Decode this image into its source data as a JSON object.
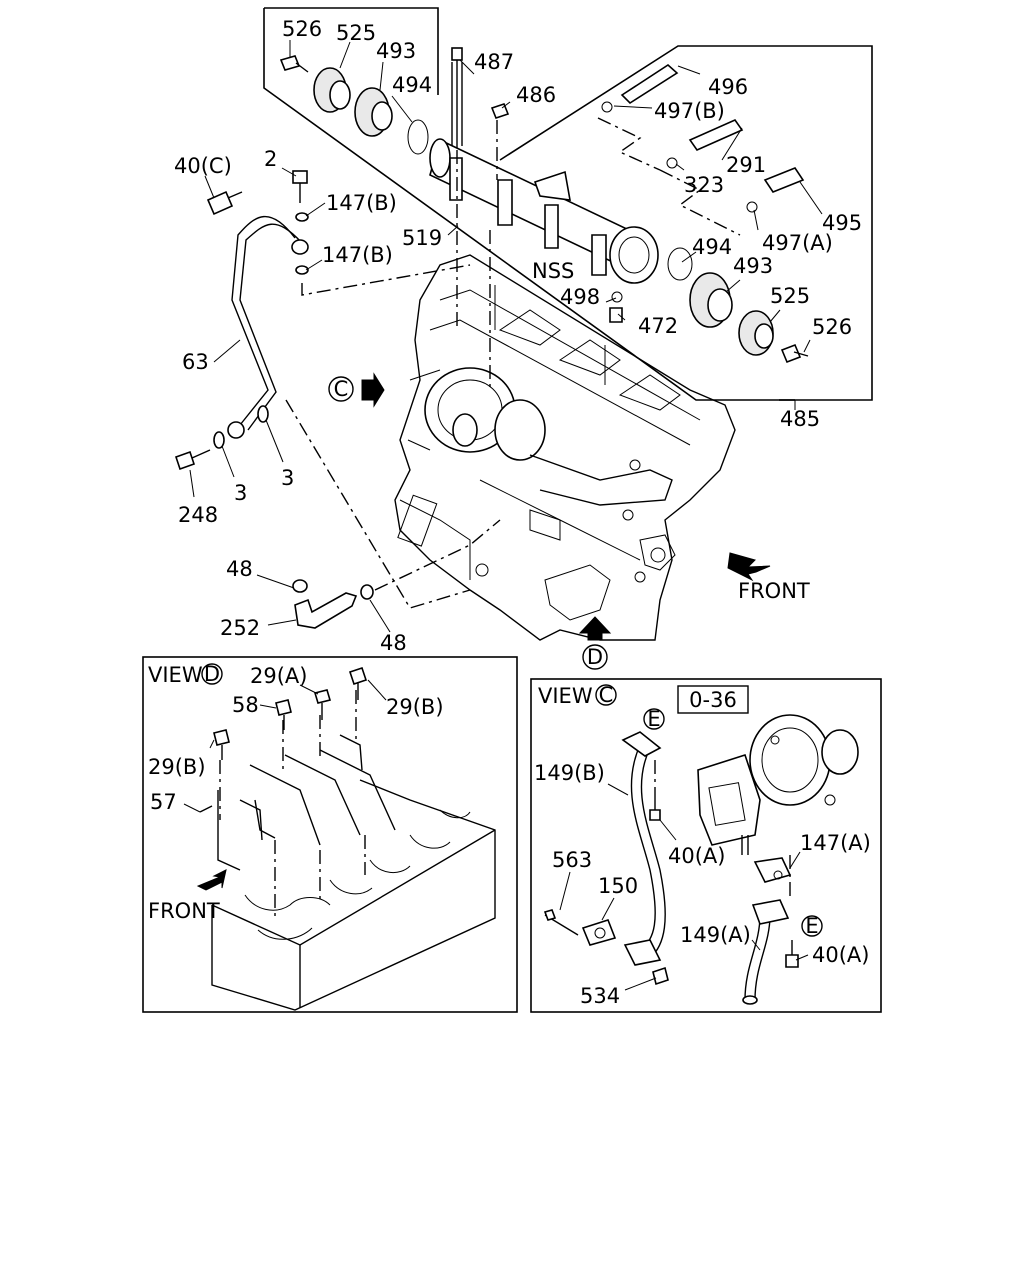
{
  "callouts": {
    "c526a": "526",
    "c525a": "525",
    "c493a": "493",
    "c494a": "494",
    "c487": "487",
    "c486": "486",
    "c496": "496",
    "c497b": "497(B)",
    "c291": "291",
    "c323": "323",
    "c495": "495",
    "c497a": "497(A)",
    "c494b": "494",
    "c493b": "493",
    "c525b": "525",
    "c526b": "526",
    "c498": "498",
    "c472": "472",
    "c485": "485",
    "cnss": "NSS",
    "c519": "519",
    "c40c": "40(C)",
    "c2": "2",
    "c147b1": "147(B)",
    "c147b2": "147(B)",
    "c63": "63",
    "c248": "248",
    "c3a": "3",
    "c3b": "3",
    "c48a": "48",
    "c252": "252",
    "c48b": "48",
    "c29a": "29(A)",
    "c58": "58",
    "c29b1": "29(B)",
    "c29b2": "29(B)",
    "c57": "57",
    "c149b": "149(B)",
    "c40a1": "40(A)",
    "c147a": "147(A)",
    "c563": "563",
    "c150": "150",
    "c149a": "149(A)",
    "c40a2": "40(A)",
    "c534": "534"
  },
  "markers": {
    "view_c": "C",
    "view_d": "D",
    "e_top": "E",
    "e_bottom": "E"
  },
  "labels": {
    "front_main": "FRONT",
    "front_view_d": "FRONT",
    "view_d_title": "VIEW",
    "view_c_title": "VIEW",
    "ref_box": "0-36"
  }
}
